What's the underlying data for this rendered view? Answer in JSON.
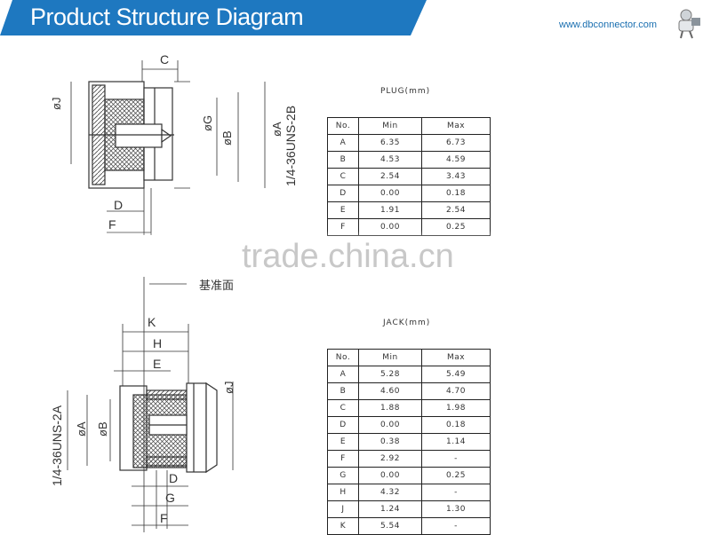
{
  "header": {
    "title": "Product Structure Diagram",
    "website": "www.dbconnector.com",
    "banner_color": "#1e78c0"
  },
  "plug": {
    "caption": "PLUG(mm)",
    "columns": [
      "No.",
      "Min",
      "Max"
    ],
    "rows": [
      [
        "A",
        "6.35",
        "6.73"
      ],
      [
        "B",
        "4.53",
        "4.59"
      ],
      [
        "C",
        "2.54",
        "3.43"
      ],
      [
        "D",
        "0.00",
        "0.18"
      ],
      [
        "E",
        "1.91",
        "2.54"
      ],
      [
        "F",
        "0.00",
        "0.25"
      ]
    ],
    "labels": {
      "c": "C",
      "j": "øJ",
      "g": "øG",
      "b": "øB",
      "thread": "1/4-36UNS-2B",
      "a": "øA",
      "d": "D",
      "f": "F"
    }
  },
  "jack": {
    "caption": "JACK(mm)",
    "columns": [
      "No.",
      "Min",
      "Max"
    ],
    "rows": [
      [
        "A",
        "5.28",
        "5.49"
      ],
      [
        "B",
        "4.60",
        "4.70"
      ],
      [
        "C",
        "1.88",
        "1.98"
      ],
      [
        "D",
        "0.00",
        "0.18"
      ],
      [
        "E",
        "0.38",
        "1.14"
      ],
      [
        "F",
        "2.92",
        "-"
      ],
      [
        "G",
        "0.00",
        "0.25"
      ],
      [
        "H",
        "4.32",
        "-"
      ],
      [
        "J",
        "1.24",
        "1.30"
      ],
      [
        "K",
        "5.54",
        "-"
      ]
    ],
    "labels": {
      "reference": "基准面",
      "k": "K",
      "h": "H",
      "e": "E",
      "thread": "1/4-36UNS-2A",
      "a": "øA",
      "b": "øB",
      "j": "øJ",
      "d": "D",
      "g": "G",
      "f": "F"
    }
  },
  "watermark": "trade.china.cn"
}
